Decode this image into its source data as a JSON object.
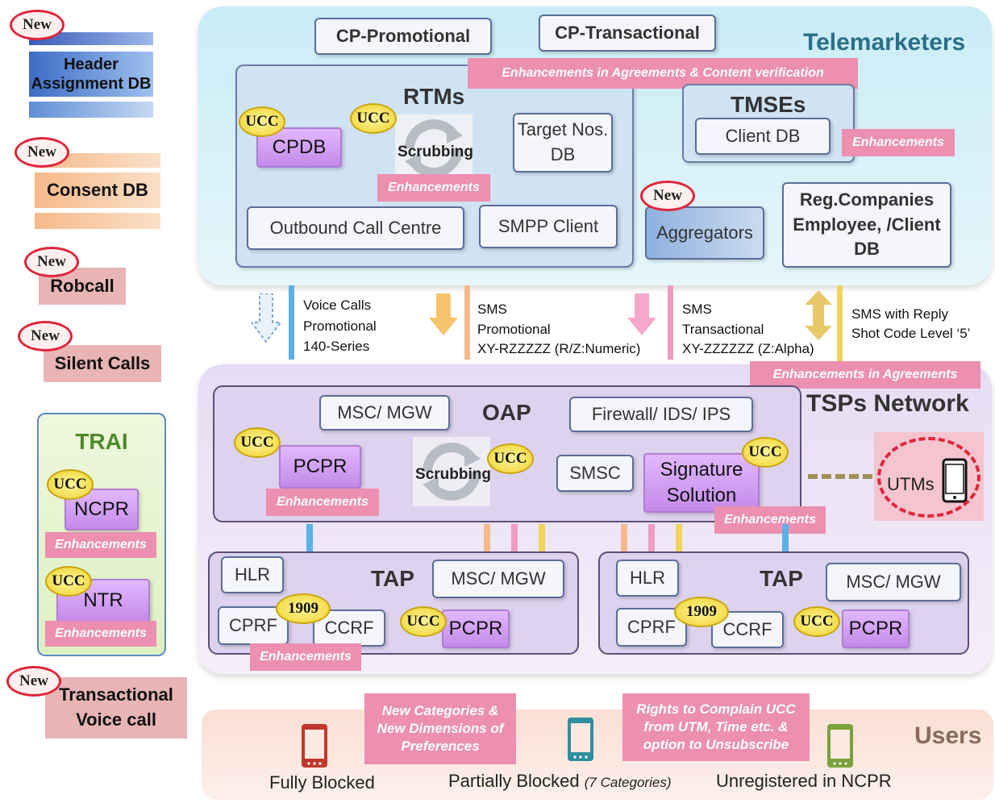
{
  "legend": {
    "new_badge": "New",
    "header_db": "Header Assignment DB",
    "consent_db": "Consent DB",
    "robcall": "Robcall",
    "silent_calls": "Silent Calls",
    "trai_title": "TRAI",
    "ncpr": "NCPR",
    "ntr": "NTR",
    "transactional_voice": "Transactional Voice call"
  },
  "common": {
    "ucc": "UCC",
    "enhancements": "Enhancements",
    "code_1909": "1909"
  },
  "telemarketers": {
    "title": "Telemarketers",
    "cp_promotional": "CP-Promotional",
    "cp_transactional": "CP-Transactional",
    "enh_agreements": "Enhancements in Agreements & Content verification",
    "rtms_title": "RTMs",
    "cpdb": "CPDB",
    "scrubbing": "Scrubbing",
    "target_db": "Target Nos. DB",
    "outbound": "Outbound Call Centre",
    "smpp": "SMPP Client",
    "tmses_title": "TMSEs",
    "client_db": "Client DB",
    "aggregators": "Aggregators",
    "reg_companies": "Reg.Companies Employee, /Client DB"
  },
  "flows": {
    "voice_calls": [
      "Voice Calls",
      "Promotional",
      "140-Series"
    ],
    "sms_promo": [
      "SMS",
      "Promotional",
      "XY-RZZZZZ (R/Z:Numeric)"
    ],
    "sms_trans": [
      "SMS",
      "Transactional",
      "XY-ZZZZZZ (Z:Alpha)"
    ],
    "sms_reply": [
      "SMS with Reply",
      "Shot Code Level ‘5’"
    ],
    "enh_agreements": "Enhancements in Agreements"
  },
  "tsp": {
    "title": "TSPs Network",
    "oap": "OAP",
    "msc_mgw": "MSC/ MGW",
    "firewall": "Firewall/ IDS/ IPS",
    "pcpr": "PCPR",
    "scrubbing": "Scrubbing",
    "smsc": "SMSC",
    "signature": "Signature Solution",
    "utms": "UTMs",
    "tap": "TAP",
    "hlr": "HLR",
    "cprf": "CPRF",
    "ccrf": "CCRF"
  },
  "users": {
    "title": "Users",
    "new_categories": "New Categories & New Dimensions of Preferences",
    "rights": "Rights to Complain UCC from UTM, Time etc. & option to Unsubscribe",
    "fully_blocked": "Fully Blocked",
    "partially_blocked": "Partially Blocked",
    "seven_categories": "(7 Categories)",
    "unregistered": "Unregistered in NCPR"
  },
  "colors": {
    "telemarketers_bg": "#d9f1fa",
    "tsp_bg": "#efe8f8",
    "users_bg": "#fbe9e2",
    "enhancement_pink": "#ec8fb0",
    "voice_blue": "#5ab1e6",
    "sms_orange": "#f6b98a",
    "sms_pink": "#ef9cc3",
    "reply_yellow": "#f2d35b"
  }
}
